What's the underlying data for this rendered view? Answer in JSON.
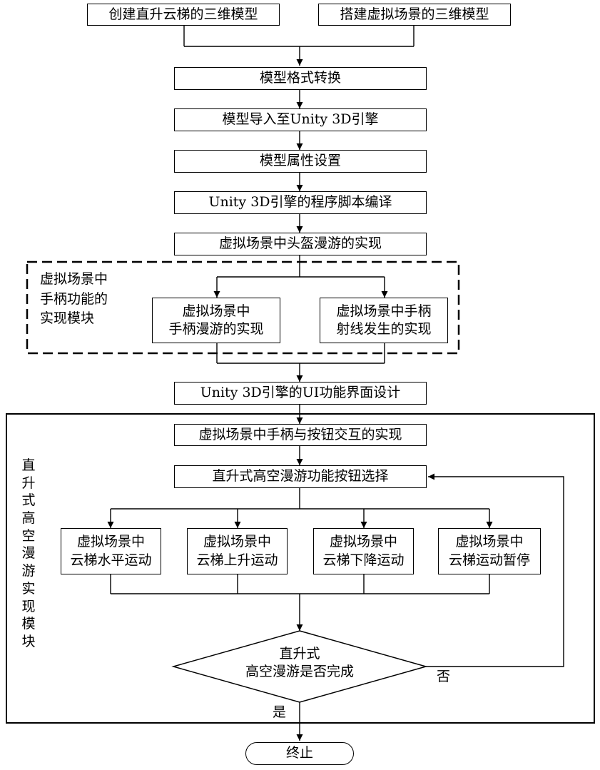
{
  "nodes": {
    "create_elevator_model": "创建直升云梯的三维模型",
    "build_scene_model": "搭建虚拟场景的三维模型",
    "model_format_conversion": "模型格式转换",
    "model_import": "模型导入至Unity 3D引擎",
    "model_property_setting": "模型属性设置",
    "script_compile": "Unity 3D引擎的程序脚本编译",
    "helmet_roaming": "虚拟场景中头盔漫游的实现",
    "handle_roaming": [
      "虚拟场景中",
      "手柄漫游的实现"
    ],
    "handle_ray": [
      "虚拟场景中手柄",
      "射线发生的实现"
    ],
    "ui_design": "Unity 3D引擎的UI功能界面设计",
    "handle_button_interaction": "虚拟场景中手柄与按钮交互的实现",
    "button_select": "直升式高空漫游功能按钮选择",
    "horizontal_motion": [
      "虚拟场景中",
      "云梯水平运动"
    ],
    "ascend_motion": [
      "虚拟场景中",
      "云梯上升运动"
    ],
    "descend_motion": [
      "虚拟场景中",
      "云梯下降运动"
    ],
    "pause_motion": [
      "虚拟场景中",
      "云梯运动暂停"
    ],
    "decision": [
      "直升式",
      "高空漫游是否完成"
    ],
    "end": "终止"
  },
  "groups": {
    "handle_module": [
      "虚拟场景中",
      "手柄功能的",
      "实现模块"
    ],
    "elevator_module": "直升式高空漫游实现模块"
  },
  "edge_labels": {
    "no": "否",
    "yes": "是"
  }
}
